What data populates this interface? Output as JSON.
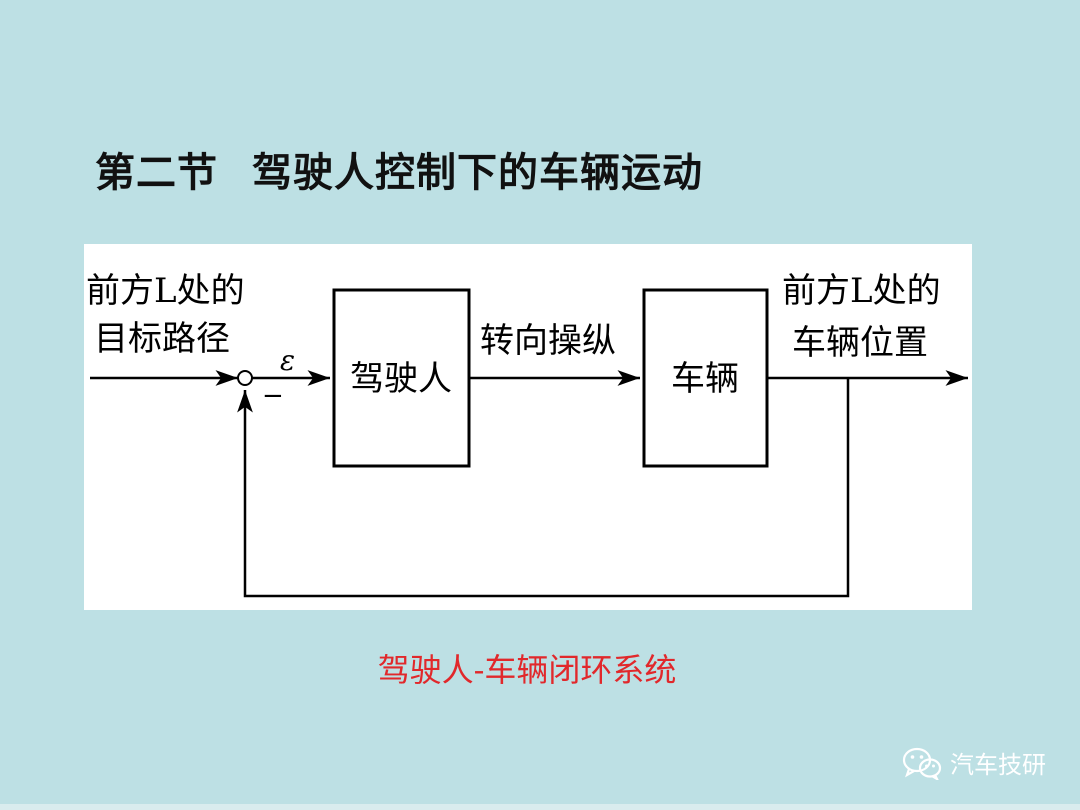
{
  "slide": {
    "title_part1": "第二节",
    "title_part2": "驾驶人控制下的车辆运动"
  },
  "diagram": {
    "input_label_line1": "前方L处的",
    "input_label_line2": "目标路径",
    "error_symbol": "ε",
    "minus_sign": "−",
    "driver_block": "驾驶人",
    "steering_label": "转向操纵",
    "vehicle_block": "车辆",
    "output_label_line1": "前方L处的",
    "output_label_line2": "车辆位置"
  },
  "caption": "驾驶人-车辆闭环系统",
  "watermark": {
    "text": "汽车技研",
    "icon": "wechat-icon"
  }
}
